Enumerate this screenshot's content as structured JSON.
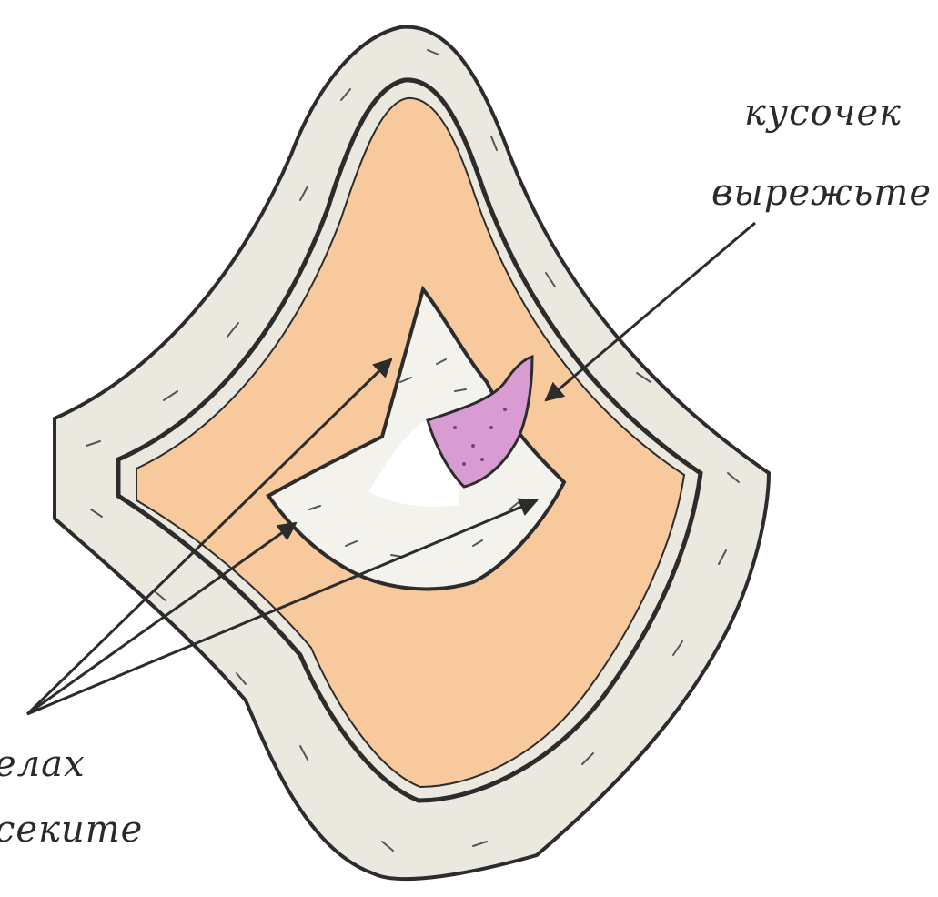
{
  "labels": {
    "top_right_line1": "кусочек",
    "top_right_line2": "вырежьте",
    "bottom_left_line1": "елах",
    "bottom_left_line2": "секите"
  },
  "colors": {
    "background": "#ffffff",
    "outer_rim": "#ebe8e0",
    "flesh": "#f7c99c",
    "inner_pocket": "#f4f2ec",
    "excised_piece": "#d89bd2",
    "outline": "#2c2c2c"
  }
}
